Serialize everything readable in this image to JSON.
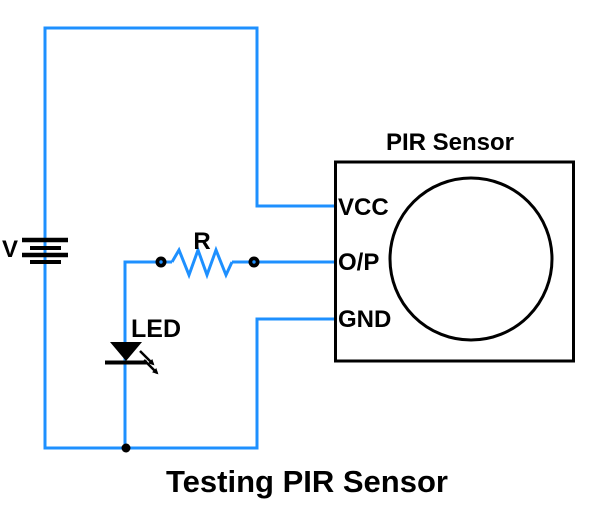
{
  "diagram": {
    "kind": "circuit-schematic",
    "caption": "Testing PIR Sensor",
    "colors": {
      "wire": "#1E90FF",
      "ink": "#000000",
      "background": "#FFFFFF"
    },
    "components": {
      "battery": {
        "label": "V",
        "type": "dc-voltage-source"
      },
      "resistor": {
        "label": "R"
      },
      "led": {
        "label": "LED"
      },
      "pir": {
        "label": "PIR Sensor",
        "pins": [
          "VCC",
          "O/P",
          "GND"
        ]
      }
    }
  }
}
